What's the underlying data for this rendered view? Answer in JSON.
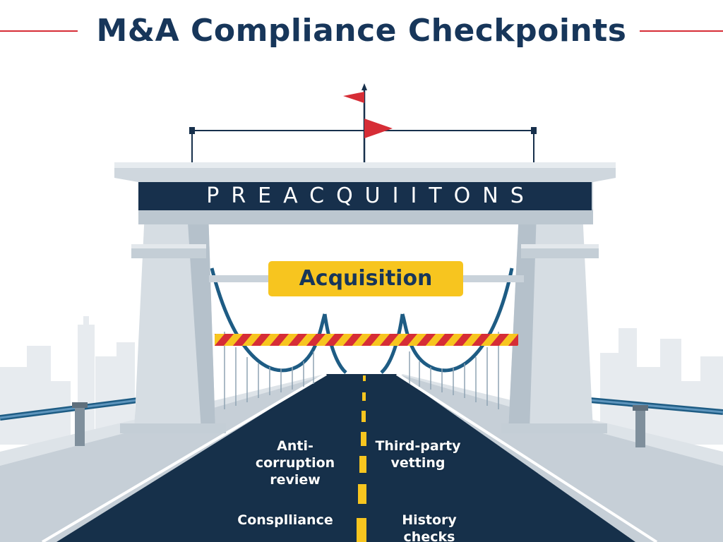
{
  "title": "M&A Compliance Checkpoints",
  "banner": "PREACQUIITONS",
  "barrier_label": "Acquisition",
  "road_labels": {
    "anti_corruption": "Anti-corruption review",
    "third_party": "Third-party vetting",
    "compliance": "Consplliance",
    "history": "History checks"
  },
  "colors": {
    "title_navy": "#17365a",
    "accent_red": "#d62d36",
    "barrier_yellow": "#f7c51f",
    "cable_blue": "#1e5c84",
    "road": "#16304a",
    "concrete": "#cdd5dc"
  },
  "icons": {
    "flag": "red-flag-icon"
  }
}
